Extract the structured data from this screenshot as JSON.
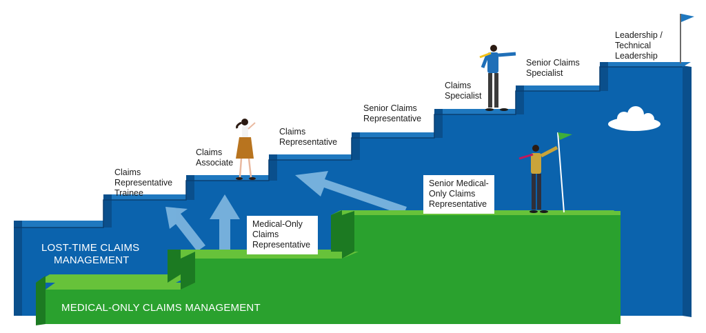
{
  "colors": {
    "blue_front": "#0b63ad",
    "blue_top": "#1f78bf",
    "blue_side": "#0a4f8c",
    "green_front": "#2aa12e",
    "green_top": "#67c23a",
    "green_side": "#1c7a22",
    "arrow": "#7fb6df"
  },
  "tracks": {
    "lost_time": [
      "LOST-TIME CLAIMS",
      "MANAGEMENT"
    ],
    "medical_only": "MEDICAL-ONLY CLAIMS MANAGEMENT"
  },
  "lost_time_steps": [
    [
      "Claims",
      "Representative",
      "Trainee"
    ],
    [
      "Claims",
      "Associate"
    ],
    [
      "Claims",
      "Representative"
    ],
    [
      "Senior Claims",
      "Representative"
    ],
    [
      "Claims",
      "Specialist"
    ],
    [
      "Senior Claims",
      "Specialist"
    ],
    [
      "Leadership /",
      "Technical",
      "Leadership"
    ]
  ],
  "medical_only_steps": [
    [
      "Medical-Only",
      "Claims",
      "Representative"
    ],
    [
      "Senior Medical-",
      "Only Claims",
      "Representative"
    ]
  ]
}
